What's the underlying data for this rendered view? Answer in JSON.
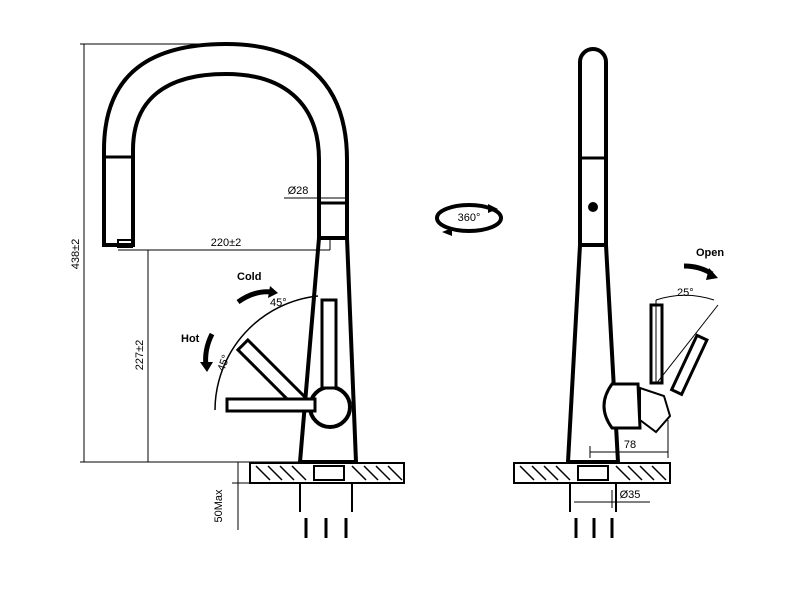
{
  "labels": {
    "cold": "Cold",
    "hot": "Hot",
    "open": "Open",
    "rotation": "360°",
    "overall_height": "438±2",
    "spout_height": "227±2",
    "reach": "220±2",
    "spout_diameter": "Ø28",
    "max_thickness": "50Max",
    "angle_cold": "45°",
    "angle_hot": "45°",
    "angle_open": "25°",
    "base_depth": "78",
    "base_diameter": "Ø35"
  }
}
